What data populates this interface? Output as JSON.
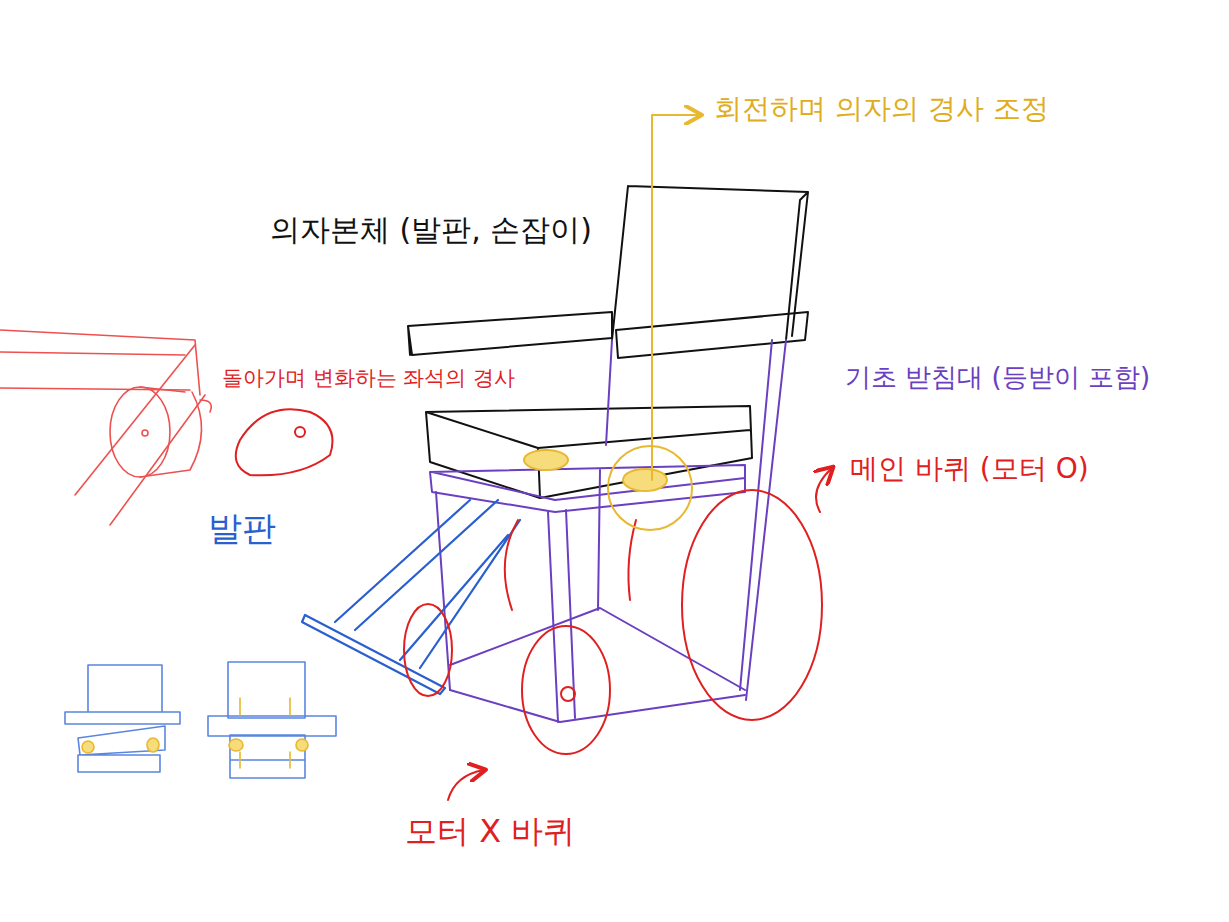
{
  "diagram": {
    "labels": [
      "회전하며 의자의 경사 조정",
      "의자본체 (발판, 손잡이)",
      "돌아가며 변화하는 좌석의 경사",
      "기초 받침대 (등받이 포함)",
      "메인 바퀴 (모터 O)",
      "발판",
      "모터 X 바퀴"
    ]
  }
}
